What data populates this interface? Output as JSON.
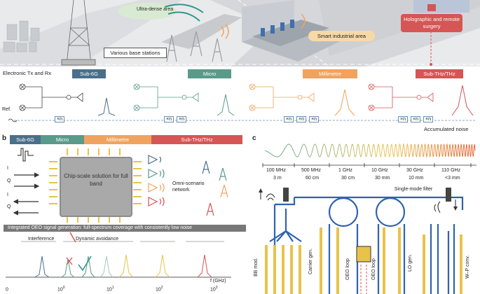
{
  "panel_a": {
    "callouts": {
      "ultra_dense": "Ultra-dense area",
      "base_stations": "Various base stations",
      "smart_industrial": "Smart industrial area",
      "holographic": "Holographic and remote surgery"
    },
    "row_label": "Electronic Tx and Rx",
    "ref_label": "Ref.",
    "bands": [
      "Sub-6G",
      "Micro",
      "Millimetre",
      "Sub-THz/THz"
    ],
    "multipliers": [
      "×n",
      "×n",
      "×n",
      "×n",
      "×n",
      "×n",
      "×n",
      "×n",
      "×n"
    ],
    "noise_label": "Accumulated noise"
  },
  "panel_b": {
    "letter": "b",
    "bands": [
      "Sub-6G",
      "Micro",
      "Millimetre",
      "Sub-THz/THz"
    ],
    "io_labels": [
      "I",
      "Q",
      "I",
      "Q"
    ],
    "chip_text": "Chip-scale solution for full band",
    "network_label": "Omni-scenario network",
    "oeo_banner": "Integrated OEO signal generation: full-spectrum coverage with consistently low noise",
    "interference": "Interference",
    "dynamic_avoidance": "Dynamic avoidance",
    "axis_unit": "f (GHz)",
    "ticks": [
      "0",
      "10",
      "10",
      "10",
      "10"
    ],
    "tick_exponents": [
      "",
      "0",
      "1",
      "2",
      "3"
    ]
  },
  "panel_c": {
    "letter": "c",
    "freq_labels": [
      "100 MHz",
      "500 MHz",
      "1 GHz",
      "10 GHz",
      "30 GHz",
      "110 GHz"
    ],
    "wave_labels": [
      "3 m",
      "60 cm",
      "30 cm",
      "30 mm",
      "10 mm",
      "<3 mm"
    ],
    "filter_label": "Single-mode filter",
    "components": [
      "BB mod.",
      "Carrier gen.",
      "OEO loop",
      "OEO loop",
      "LO gen.",
      "W–P conv."
    ]
  },
  "colors": {
    "sub6g": "#4a6f8a",
    "micro": "#5a9a8a",
    "millimetre": "#f0a35e",
    "thz": "#d65555",
    "waveguide": "#2f63b0",
    "gold": "#e8c34a"
  }
}
